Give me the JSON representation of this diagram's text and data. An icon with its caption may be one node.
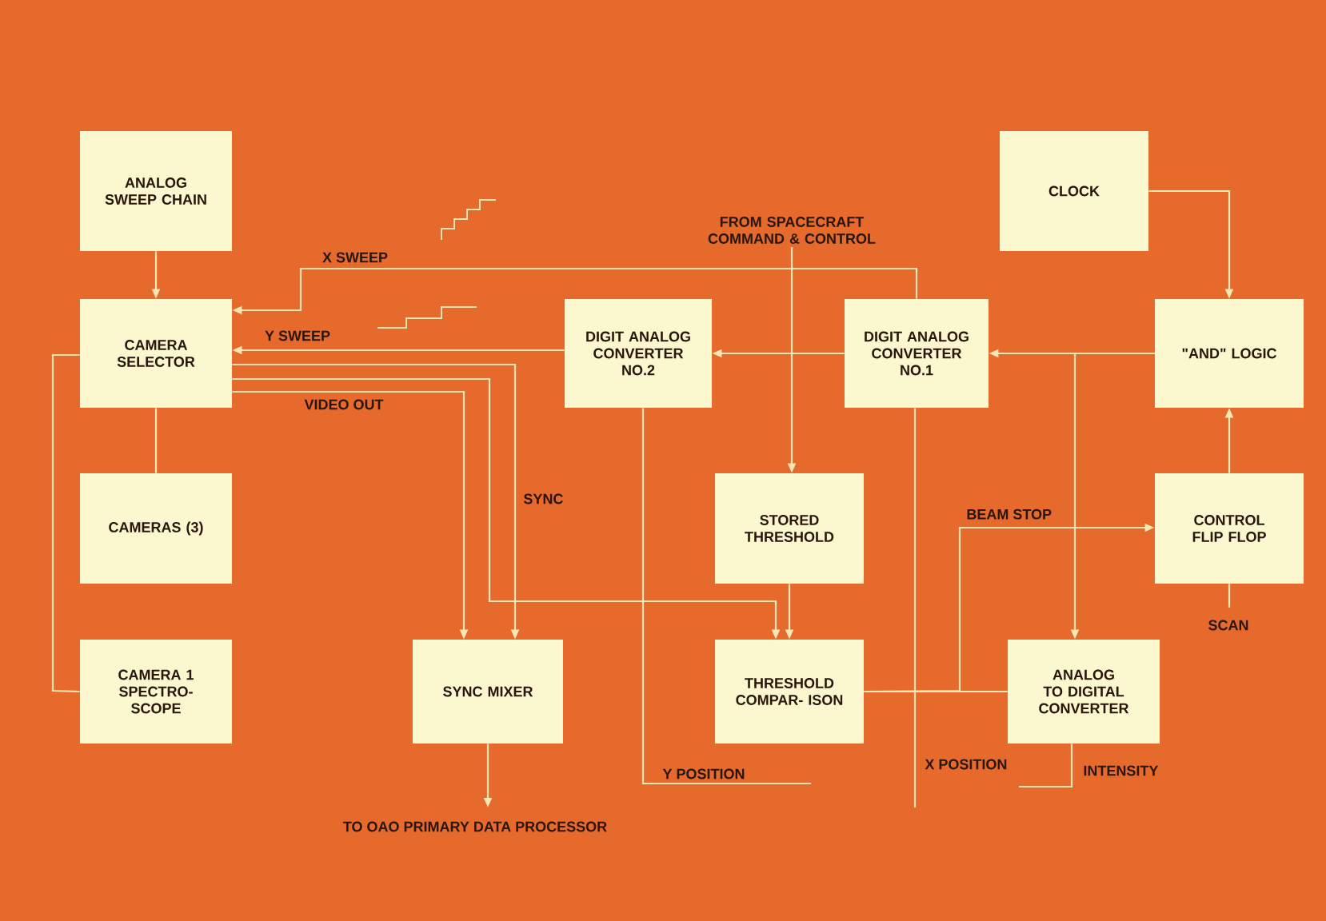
{
  "diagram": {
    "nodes": [
      {
        "text": [
          "ANALOG SWEEP CHAIN"
        ]
      },
      {
        "text": [
          "CAMERA SELECTOR"
        ]
      },
      {
        "text": [
          "CAMERAS (3)"
        ]
      },
      {
        "text": [
          "CAMERA 1 SPECTRO- SCOPE"
        ]
      },
      {
        "text": [
          "DIGIT ANALOG CONVERTER NO.2"
        ]
      },
      {
        "text": [
          "DIGIT ANALOG CONVERTER NO.1"
        ]
      },
      {
        "text": [
          "CLOCK"
        ]
      },
      {
        "text": [
          "\"AND\" LOGIC"
        ]
      },
      {
        "text": [
          "STORED THRESHOLD"
        ]
      },
      {
        "text": [
          "CONTROL FLIP FLOP"
        ]
      },
      {
        "text": [
          "SYNC MIXER"
        ]
      },
      {
        "text": [
          "THRESHOLD COMPAR- ISON"
        ]
      },
      {
        "text": [
          "ANALOG TO DIGITAL CONVERTER"
        ]
      },
      {
        "text": [
          "FROM SPACECRAFT COMMAND & CONTROL"
        ]
      }
    ],
    "edges": [
      {
        "from": 0,
        "to": 1,
        "arrow": "to"
      },
      {
        "from": 1,
        "to": 2,
        "arrow": "none"
      },
      {
        "from": 3,
        "to": 1,
        "arrow": "none"
      },
      {
        "from": 6,
        "to": 7,
        "arrow": "to"
      },
      {
        "from": 9,
        "to": 7,
        "arrow": "to"
      },
      {
        "from": 7,
        "to": 5,
        "arrow": "to"
      },
      {
        "from": 7,
        "to": 12,
        "arrow": "to"
      },
      {
        "from": 5,
        "to": 4,
        "arrow": "to"
      },
      {
        "from": 5,
        "to": 1,
        "arrow": "to",
        "label": "X SWEEP"
      },
      {
        "from": 4,
        "to": 1,
        "arrow": "to",
        "label": "Y SWEEP"
      },
      {
        "from": 13,
        "to": 8,
        "arrow": "to"
      },
      {
        "from": 8,
        "to": 11,
        "arrow": "to"
      },
      {
        "from": 1,
        "to": 10,
        "arrow": "to",
        "label": "VIDEO OUT"
      },
      {
        "from": 1,
        "to": 10,
        "arrow": "to",
        "label": "SYNC"
      },
      {
        "from": 1,
        "to": 11,
        "arrow": "to"
      },
      {
        "from": 4,
        "to": null,
        "arrow": "none",
        "label": "Y POSITION"
      },
      {
        "from": 5,
        "to": null,
        "arrow": "none",
        "label": "X POSITION"
      },
      {
        "from": 12,
        "to": null,
        "arrow": "none",
        "label": "INTENSITY"
      },
      {
        "from": 11,
        "to": 9,
        "arrow": "to",
        "label": "BEAM STOP"
      },
      {
        "from": 11,
        "to": 12,
        "arrow": "none"
      },
      {
        "from": 9,
        "to": null,
        "arrow": "none",
        "label": "SCAN"
      },
      {
        "from": 10,
        "to": null,
        "arrow": "to",
        "label": "TO OAO PRIMARY DATA PROCESSOR"
      }
    ]
  }
}
